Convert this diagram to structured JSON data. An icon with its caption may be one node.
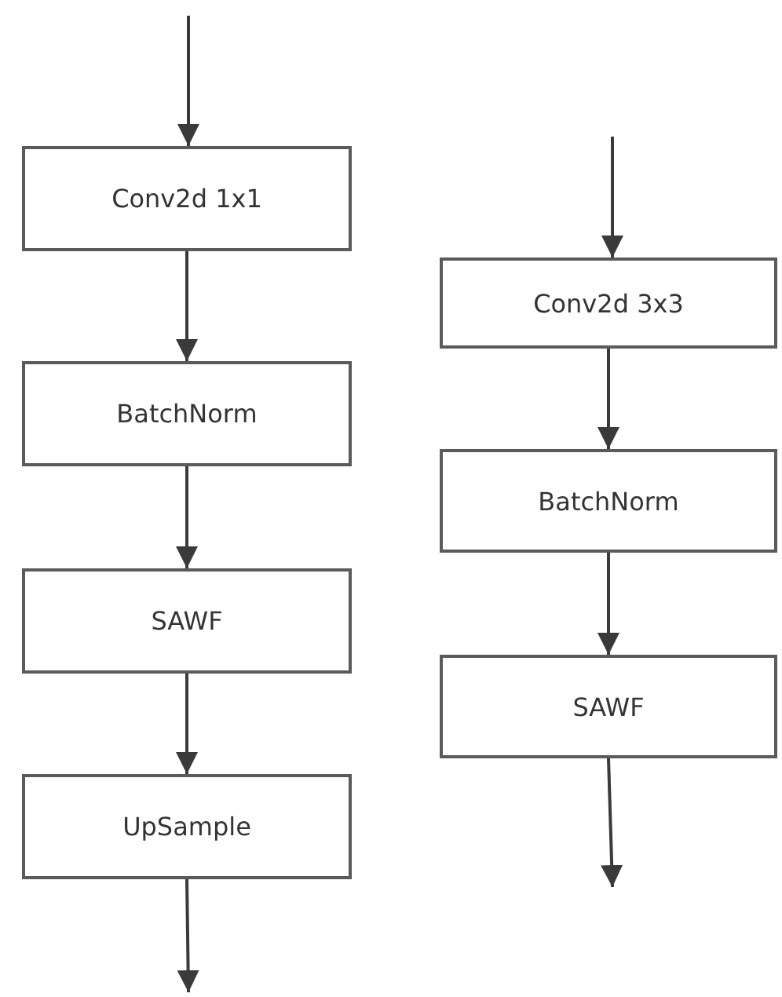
{
  "diagram": {
    "nodes": [
      {
        "text": [
          "Conv2d 1x1"
        ]
      },
      {
        "text": [
          "BatchNorm"
        ]
      },
      {
        "text": [
          "SAWF"
        ]
      },
      {
        "text": [
          "UpSample"
        ]
      },
      {
        "text": [
          "Conv2d 3x3"
        ]
      },
      {
        "text": [
          "BatchNorm"
        ]
      },
      {
        "text": [
          "SAWF"
        ]
      }
    ],
    "edges": [
      {
        "from": null,
        "to": 0,
        "arrow": "to"
      },
      {
        "from": 0,
        "to": 1,
        "arrow": "to"
      },
      {
        "from": 1,
        "to": 2,
        "arrow": "to"
      },
      {
        "from": 2,
        "to": 3,
        "arrow": "to"
      },
      {
        "from": 3,
        "to": null,
        "arrow": "to"
      },
      {
        "from": null,
        "to": 4,
        "arrow": "to"
      },
      {
        "from": 4,
        "to": 5,
        "arrow": "to"
      },
      {
        "from": 5,
        "to": 6,
        "arrow": "to"
      },
      {
        "from": 6,
        "to": null,
        "arrow": "to"
      }
    ]
  }
}
